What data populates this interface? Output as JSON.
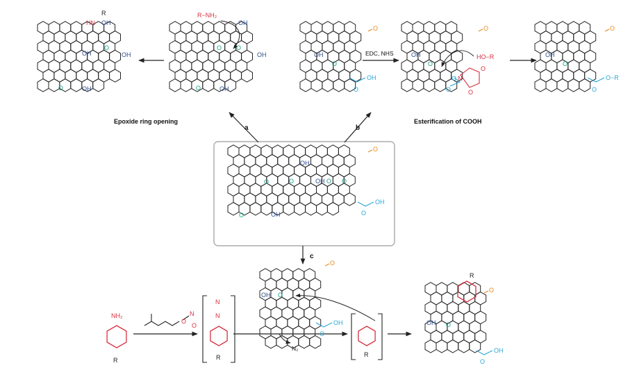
{
  "captions": {
    "epoxide": "Epoxide ring opening",
    "esterification": "Esterification of COOH"
  },
  "steps": {
    "a": "a",
    "b": "b",
    "c": "c"
  },
  "reagents": {
    "edc_nhs": "EDC, NHS",
    "n2": "N₂"
  },
  "labels": {
    "oh": "OH",
    "o": "O",
    "hn": "HN",
    "r": "R",
    "r_nh2": "R−NH₂",
    "ho_r": "HO−R",
    "o_r": "O−R",
    "nh2": "NH₂",
    "n": "N",
    "n_diazo": "N",
    "o_nitrite": "O",
    "n_nitrite": "N",
    "o_nitroso": "O"
  },
  "colors": {
    "bond": "#222222",
    "amine": "#d62f3f",
    "hydroxyl": "#2c4f8c",
    "epoxide": "#1aa08a",
    "carbonyl": "#e58a1f",
    "carboxyl": "#2aa7d8",
    "box_border": "#9a9a9a"
  }
}
